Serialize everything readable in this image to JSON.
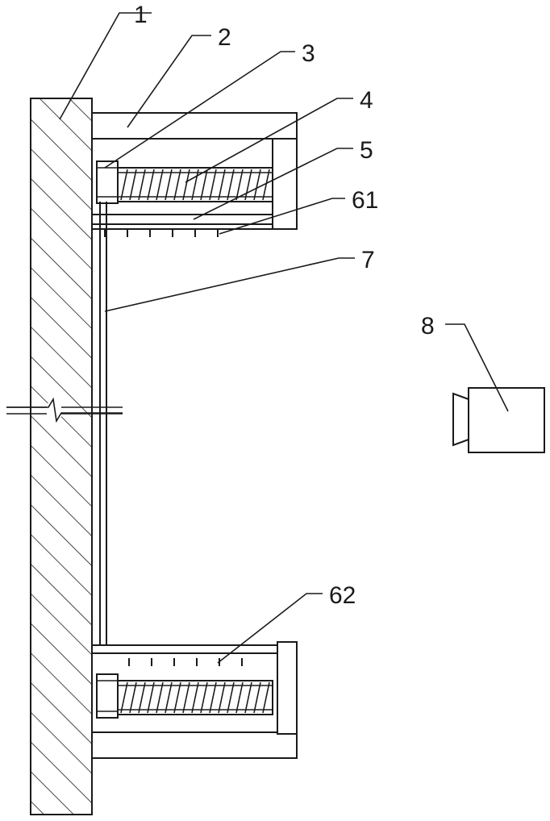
{
  "labels": {
    "l1": "1",
    "l2": "2",
    "l3": "3",
    "l4": "4",
    "l5": "5",
    "l61": "61",
    "l7": "7",
    "l8": "8",
    "l62": "62"
  },
  "colors": {
    "stroke": "#1a1a1a",
    "background": "#ffffff"
  },
  "icons": {
    "camera": "camera-icon",
    "wall": "hatched-wall",
    "break": "break-line-symbol"
  }
}
